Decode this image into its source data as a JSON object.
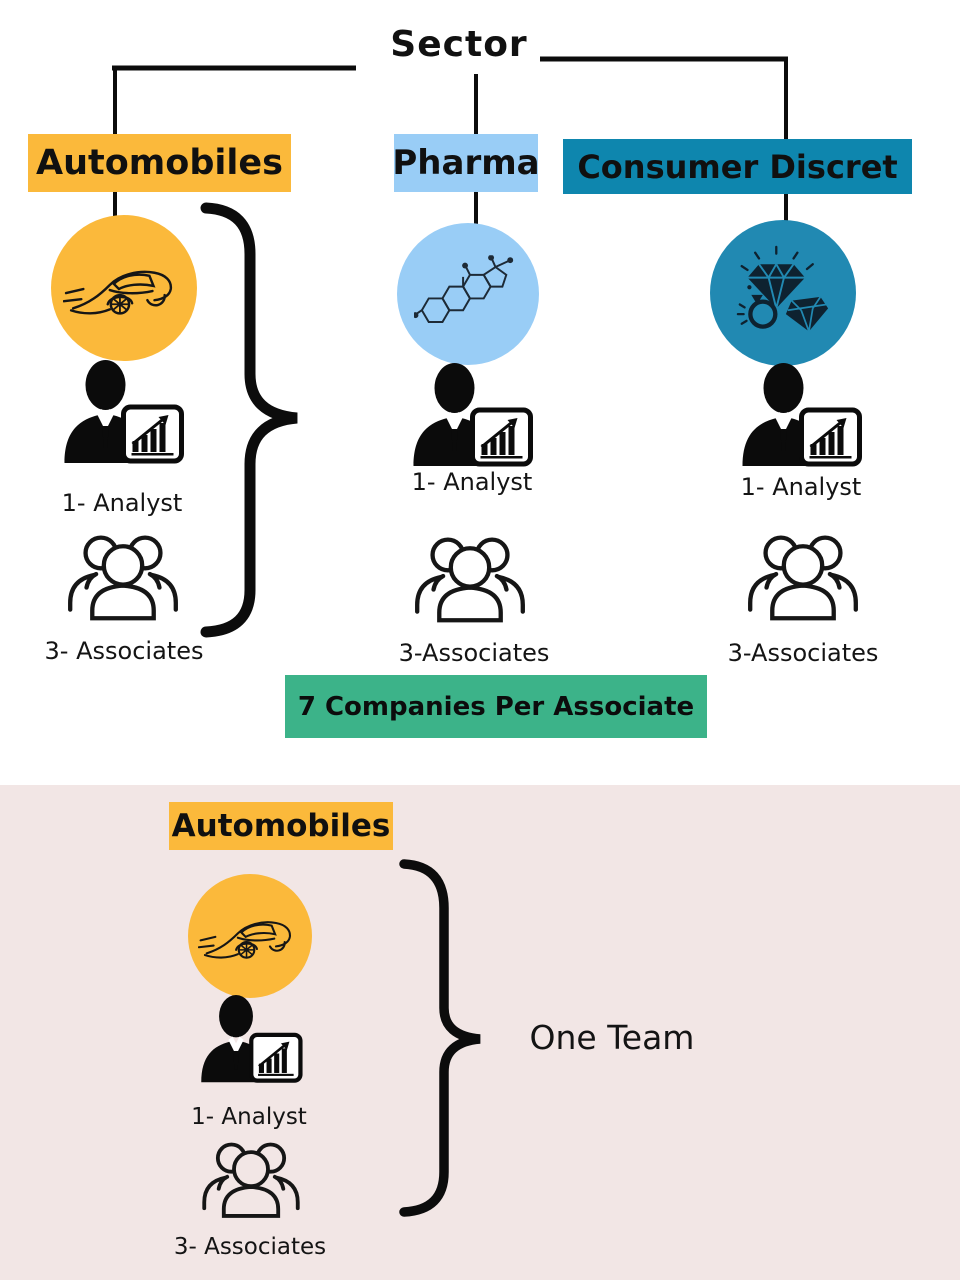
{
  "header": {
    "title": "Sector"
  },
  "palette": {
    "yellow": "#FBB93B",
    "light_blue": "#99CDF6",
    "teal": "#0E86AE",
    "teal_circle": "#2189B2",
    "green_banner": "#3CB389",
    "pink_background": "#F2E6E5",
    "line_black": "#0c0c0c"
  },
  "sectors": [
    {
      "label": "Automobiles",
      "icon": "car-icon",
      "analyst_label": "1- Analyst",
      "associates_label": "3- Associates"
    },
    {
      "label": "Pharma",
      "icon": "molecule-icon",
      "analyst_label": "1- Analyst",
      "associates_label": "3-Associates"
    },
    {
      "label": "Consumer Discret",
      "icon": "diamond-ring-icon",
      "analyst_label": "1- Analyst",
      "associates_label": "3-Associates"
    }
  ],
  "banner": {
    "text": "7 Companies Per Associate"
  },
  "team_section": {
    "label": "Automobiles",
    "icon": "car-icon",
    "analyst_label": "1- Analyst",
    "associates_label": "3- Associates",
    "team_label": "One Team"
  }
}
